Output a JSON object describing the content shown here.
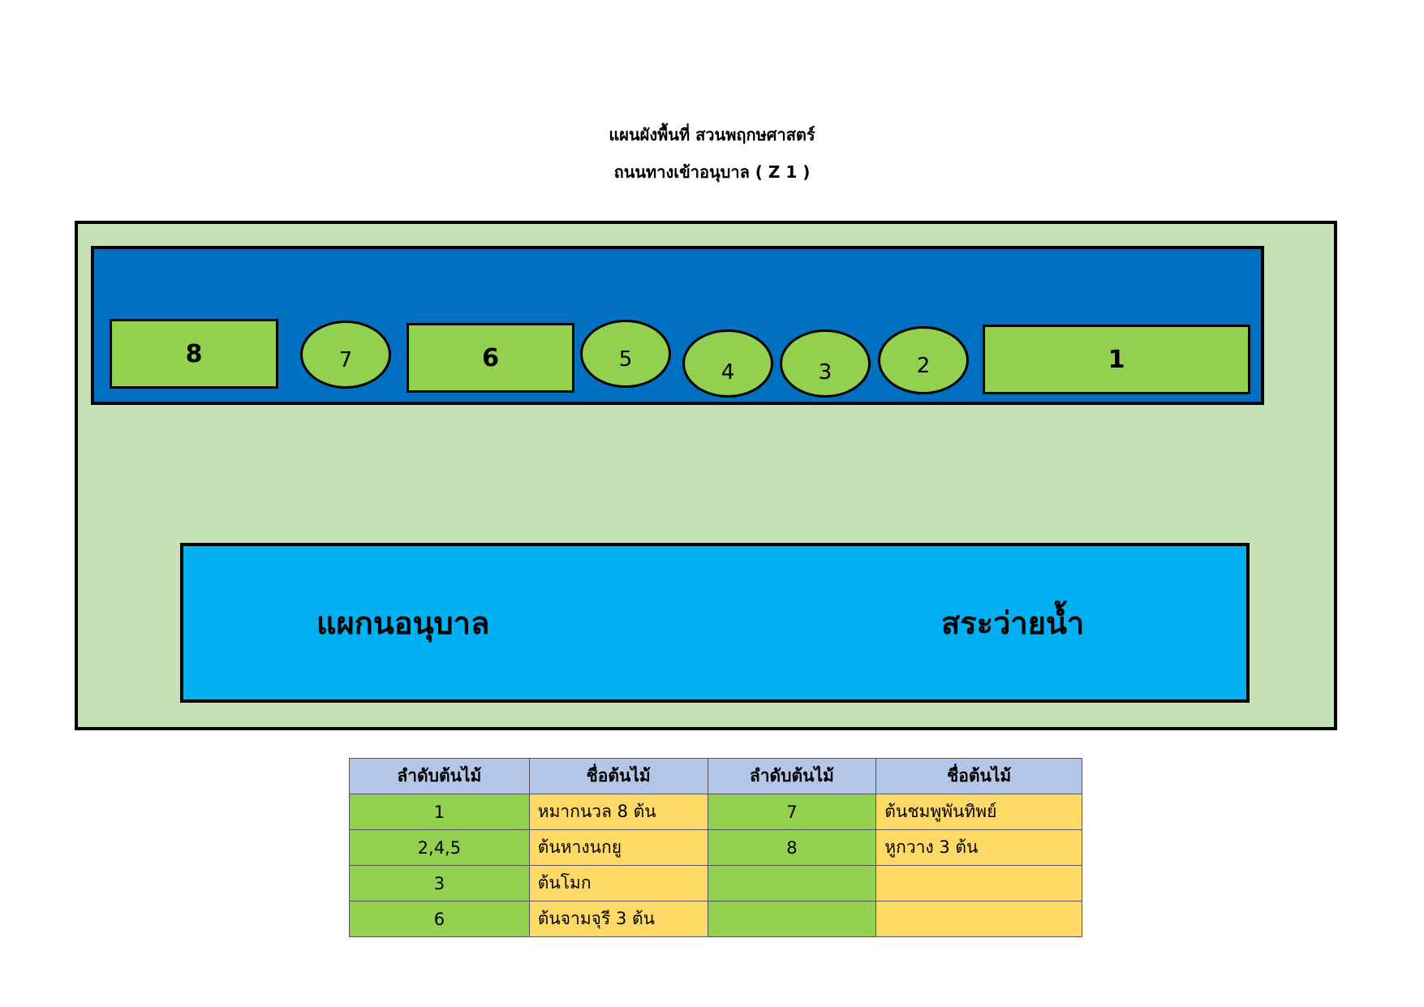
{
  "header": {
    "title": "แผนผังพื้นที่ สวนพฤกษศาสตร์",
    "subtitle": "ถนนทางเข้าอนุบาล ( Z 1 )"
  },
  "colors": {
    "outer_area": "#c5e0b4",
    "plant_bed": "#0070c0",
    "tree": "#92d050",
    "pool": "#00b0f0",
    "table_header": "#b4c6e7",
    "table_number_cell": "#92d050",
    "table_name_cell": "#ffd966"
  },
  "map": {
    "trees": [
      {
        "label": "8",
        "shape": "rectangle"
      },
      {
        "label": "7",
        "shape": "circle"
      },
      {
        "label": "6",
        "shape": "rectangle"
      },
      {
        "label": "5",
        "shape": "circle"
      },
      {
        "label": "4",
        "shape": "circle"
      },
      {
        "label": "3",
        "shape": "circle"
      },
      {
        "label": "2",
        "shape": "circle"
      },
      {
        "label": "1",
        "shape": "rectangle"
      }
    ],
    "pool": {
      "left_label": "แผกนอนุบาล",
      "right_label": "สระว่ายน้ำ"
    }
  },
  "legend_table": {
    "headers": [
      "ลำดับต้นไม้",
      "ชื่อต้นไม้",
      "ลำดับต้นไม้",
      "ชื่อต้นไม้"
    ],
    "rows": [
      [
        "1",
        "หมากนวล 8 ต้น",
        "7",
        "ต้นชมพูพันทิพย์"
      ],
      [
        "2,4,5",
        "ต้นหางนกยู",
        "8",
        "หูกวาง 3 ต้น"
      ],
      [
        "3",
        "ต้นโมก",
        "",
        ""
      ],
      [
        "6",
        "ต้นจามจุรี 3 ต้น",
        "",
        ""
      ]
    ]
  }
}
